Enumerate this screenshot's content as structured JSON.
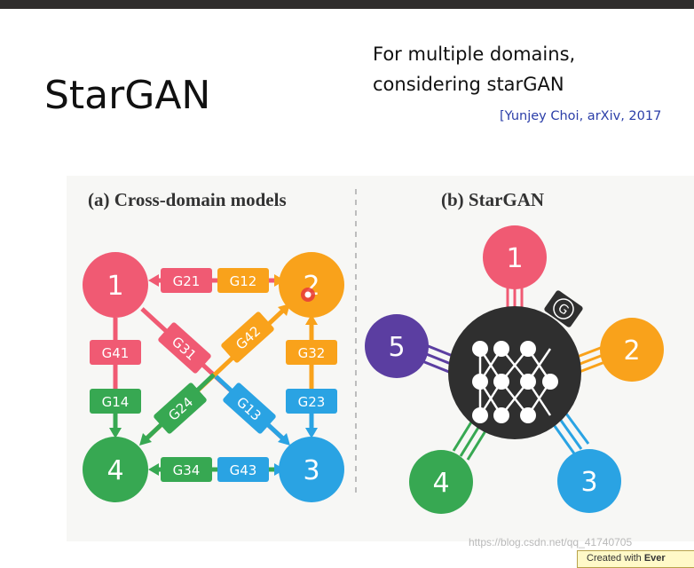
{
  "slide": {
    "title": "StarGAN",
    "subtitle_lines": [
      "For multiple domains,",
      "considering starGAN"
    ],
    "citation": "[Yunjey Choi, arXiv, 2017"
  },
  "figure": {
    "panel_a_title": "(a) Cross-domain models",
    "panel_b_title": "(b) StarGAN",
    "panel_a_nodes": [
      "1",
      "2",
      "3",
      "4"
    ],
    "panel_a_edges": [
      "G21",
      "G12",
      "G41",
      "G14",
      "G32",
      "G23",
      "G34",
      "G43",
      "G31",
      "G13",
      "G42",
      "G24"
    ],
    "panel_b_nodes": [
      "1",
      "2",
      "3",
      "4",
      "5"
    ],
    "panel_b_hub_label": "G",
    "colors": {
      "domain_1": "#f05a73",
      "domain_2": "#f9a21b",
      "domain_3": "#2aa3e3",
      "domain_4": "#37a852",
      "domain_5": "#5b3ea1",
      "hub": "#2f2f2f"
    }
  },
  "watermark": "https://blog.csdn.net/qq_41740705",
  "stamp": {
    "prefix": "Created with ",
    "brand": "Ever"
  }
}
